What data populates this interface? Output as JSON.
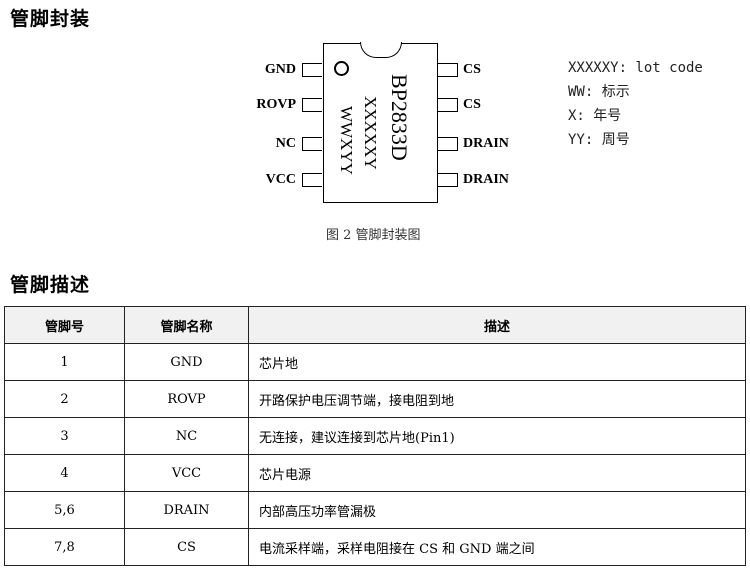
{
  "sections": {
    "package_title": "管脚封装",
    "description_title": "管脚描述"
  },
  "chip": {
    "part_number": "BP2833D",
    "lot_marking": "XXXXXY",
    "week_marking": "WWXYY",
    "left_pins": [
      "GND",
      "ROVP",
      "NC",
      "VCC"
    ],
    "right_pins": [
      "CS",
      "CS",
      "DRAIN",
      "DRAIN"
    ]
  },
  "legend": [
    "XXXXXY: lot code",
    "WW: 标示",
    "X: 年号",
    "YY: 周号"
  ],
  "figure_caption": "图 2 管脚封装图",
  "table": {
    "headers": [
      "管脚号",
      "管脚名称",
      "描述"
    ],
    "rows": [
      {
        "num": "1",
        "name": "GND",
        "desc": "芯片地"
      },
      {
        "num": "2",
        "name": "ROVP",
        "desc": "开路保护电压调节端，接电阻到地"
      },
      {
        "num": "3",
        "name": "NC",
        "desc": "无连接，建议连接到芯片地(Pin1)"
      },
      {
        "num": "4",
        "name": "VCC",
        "desc": "芯片电源"
      },
      {
        "num": "5,6",
        "name": "DRAIN",
        "desc": "内部高压功率管漏极"
      },
      {
        "num": "7,8",
        "name": "CS",
        "desc": "电流采样端，采样电阻接在 CS 和 GND 端之间"
      }
    ]
  }
}
